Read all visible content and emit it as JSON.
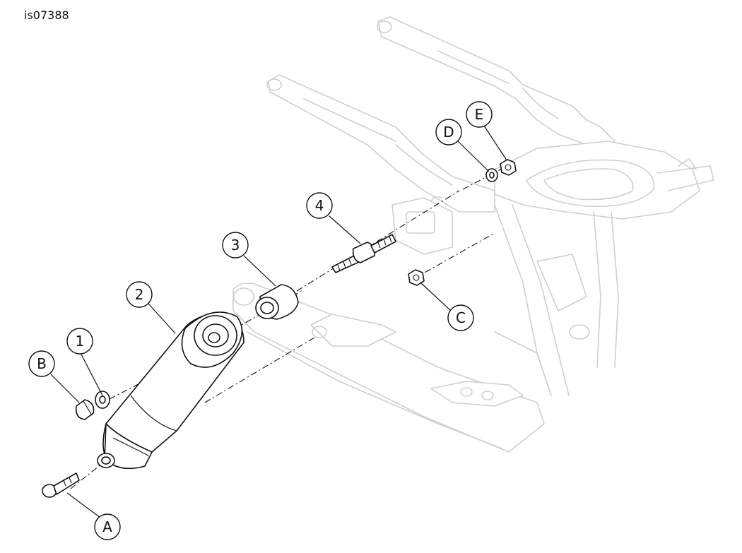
{
  "figure_id": "is07388",
  "callouts": [
    {
      "id": "1",
      "label": "1"
    },
    {
      "id": "2",
      "label": "2"
    },
    {
      "id": "3",
      "label": "3"
    },
    {
      "id": "4",
      "label": "4"
    },
    {
      "id": "A",
      "label": "A"
    },
    {
      "id": "B",
      "label": "B"
    },
    {
      "id": "C",
      "label": "C"
    },
    {
      "id": "D",
      "label": "D"
    },
    {
      "id": "E",
      "label": "E"
    }
  ]
}
